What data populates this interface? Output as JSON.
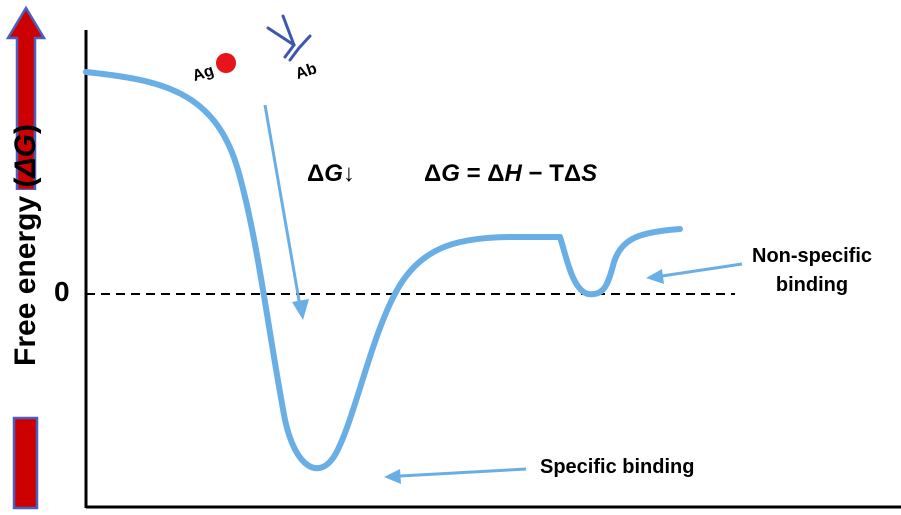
{
  "y_axis": {
    "label_prefix": "Free energy (",
    "label_symbol": "ΔG",
    "label_suffix": ")",
    "zero_label": "0"
  },
  "annotations": {
    "delta_g_decrease_prefix": "Δ",
    "delta_g_decrease_symbol": "G",
    "delta_g_decrease_arrow": "↓",
    "equation": {
      "p1": "Δ",
      "p2": "G",
      "p3": " = Δ",
      "p4": "H",
      "p5": " − TΔ",
      "p6": "S"
    },
    "non_specific_line1": "Non-specific",
    "non_specific_line2": "binding",
    "specific": "Specific binding"
  },
  "molecules": {
    "antigen": "Ag",
    "antibody": "Ab"
  },
  "colors": {
    "curve": "#6aaee6",
    "arrow_fill": "#cc0000",
    "arrow_outline": "#4a5fc1",
    "antigen": "#e8141c",
    "antibody": "#3f56b0"
  },
  "icons": {
    "energy_arrow": "up-arrow-icon",
    "antigen": "circle-icon",
    "antibody": "y-shape-icon"
  }
}
